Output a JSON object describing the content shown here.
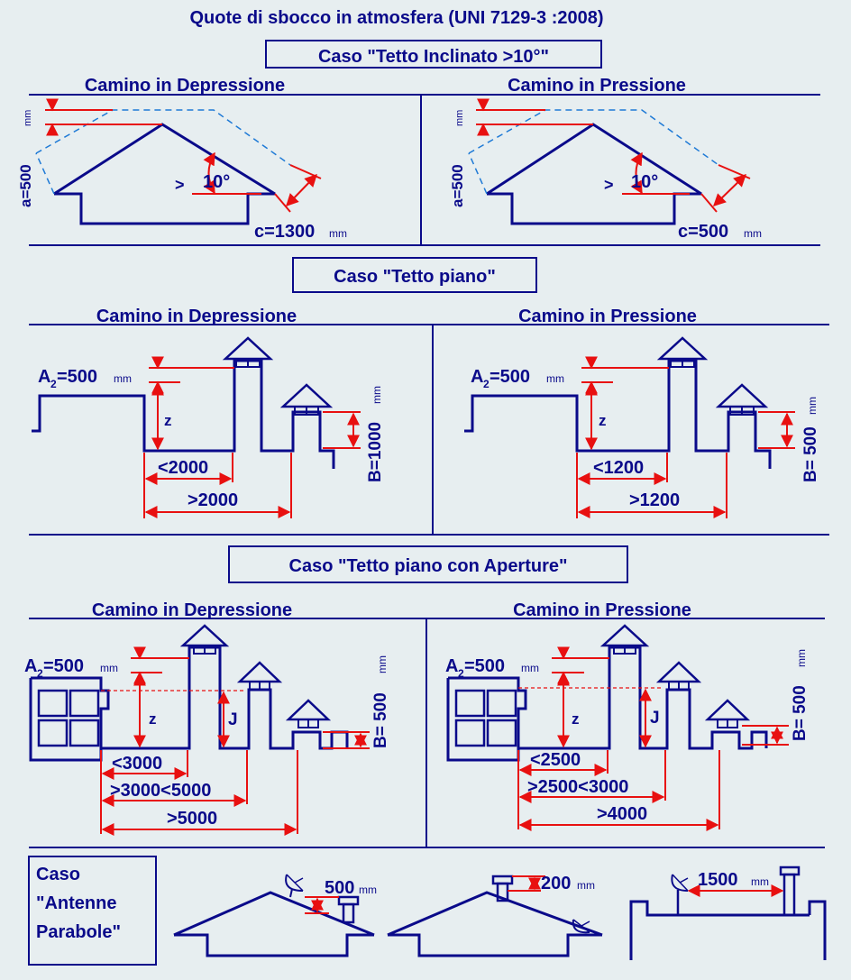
{
  "title": "Quote di sbocco in atmosfera (UNI 7129-3 :2008)",
  "colors": {
    "background": "#e7eef0",
    "lines": "#0a0a8a",
    "dimensions": "#e81010",
    "profile": "#1f7ad6"
  },
  "section1": {
    "heading": "Caso \"Tetto Inclinato >10°\"",
    "left": {
      "title": "Camino in Depressione",
      "a_label": "a=500",
      "a_unit": "mm",
      "angle": "10°",
      "c_label": "c=1300",
      "c_unit": "mm"
    },
    "right": {
      "title": "Camino in Pressione",
      "a_label": "a=500",
      "a_unit": "mm",
      "angle": "10°",
      "c_label": "c=500",
      "c_unit": "mm"
    }
  },
  "section2": {
    "heading": "Caso \"Tetto piano\"",
    "left": {
      "title": "Camino in Depressione",
      "a2_main": "A",
      "a2_sub": "2",
      "a2_value": "=500",
      "a2_unit": "mm",
      "z": "z",
      "d1": "<2000",
      "d2": ">2000",
      "b_label": "B=1000",
      "b_unit": "mm"
    },
    "right": {
      "title": "Camino in Pressione",
      "a2_main": "A",
      "a2_sub": "2",
      "a2_value": "=500",
      "a2_unit": "mm",
      "z": "z",
      "d1": "<1200",
      "d2": ">1200",
      "b_label": "B= 500",
      "b_unit": "mm"
    }
  },
  "section3": {
    "heading": "Caso \"Tetto piano con Aperture\"",
    "left": {
      "title": "Camino in Depressione",
      "a2_main": "A",
      "a2_sub": "2",
      "a2_value": "=500",
      "a2_unit": "mm",
      "z": "z",
      "j": "J",
      "d1": "<3000",
      "d2": ">3000<5000",
      "d3": ">5000",
      "b_label": "B= 500",
      "b_unit": "mm"
    },
    "right": {
      "title": "Camino in Pressione",
      "a2_main": "A",
      "a2_sub": "2",
      "a2_value": "=500",
      "a2_unit": "mm",
      "z": "z",
      "j": "J",
      "d1": "<2500",
      "d2": ">2500<3000",
      "d3": ">4000",
      "b_label": "B= 500",
      "b_unit": "mm"
    }
  },
  "section4": {
    "heading_lines": [
      "Caso",
      "\"Antenne",
      "Parabole\""
    ],
    "v1": "500",
    "u1": "mm",
    "v2": "200",
    "u2": "mm",
    "v3": "1500",
    "u3": "mm"
  }
}
